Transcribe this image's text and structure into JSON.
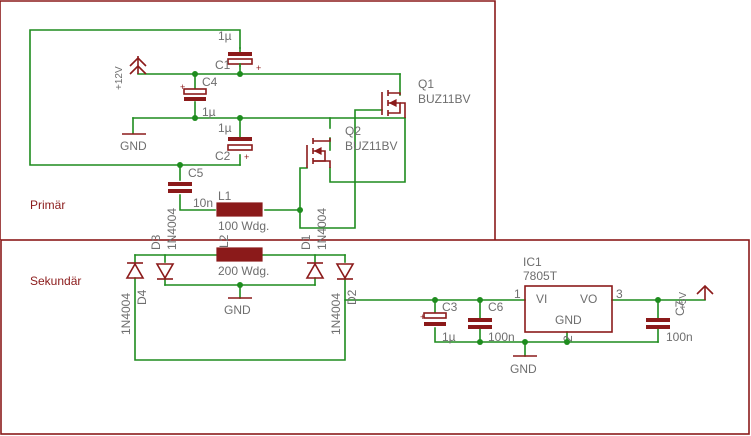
{
  "sections": {
    "primary": "Primär",
    "secondary": "Sekundär"
  },
  "labels": {
    "c1_value": "1µ",
    "c1_name": "C1",
    "c4_name": "C4",
    "c4_value": "1µ",
    "c2_value": "1µ",
    "c2_name": "C2",
    "c5_name": "C5",
    "c5_value": "10n",
    "l1_name": "L1",
    "l1_value": "100 Wdg.",
    "l2_name": "L2",
    "l2_value": "200 Wdg.",
    "q1_name": "Q1",
    "q1_value": "BUZ11BV",
    "q2_name": "Q2",
    "q2_value": "BUZ11BV",
    "supply_12v": "+12V",
    "gnd_primary": "GND",
    "gnd_l2": "GND",
    "gnd_out": "GND",
    "d1_name": "D1",
    "d1_value": "1N4004",
    "d2_name": "D2",
    "d2_value": "1N4004",
    "d3_name": "D3",
    "d3_value": "1N4004",
    "d4_name": "D4",
    "d4_value": "1N4004",
    "ic1_name": "IC1",
    "ic1_value": "7805T",
    "ic1_vi": "VI",
    "ic1_vo": "VO",
    "ic1_gnd": "GND",
    "ic1_pin1": "1",
    "ic1_pin2": "2",
    "ic1_pin3": "3",
    "c3_name": "C3",
    "c3_value": "1µ",
    "c6_name": "C6",
    "c6_value": "100n",
    "c7_name": "C7",
    "c7_value": "100n",
    "supply_5v": "+5V",
    "plus": "+"
  }
}
